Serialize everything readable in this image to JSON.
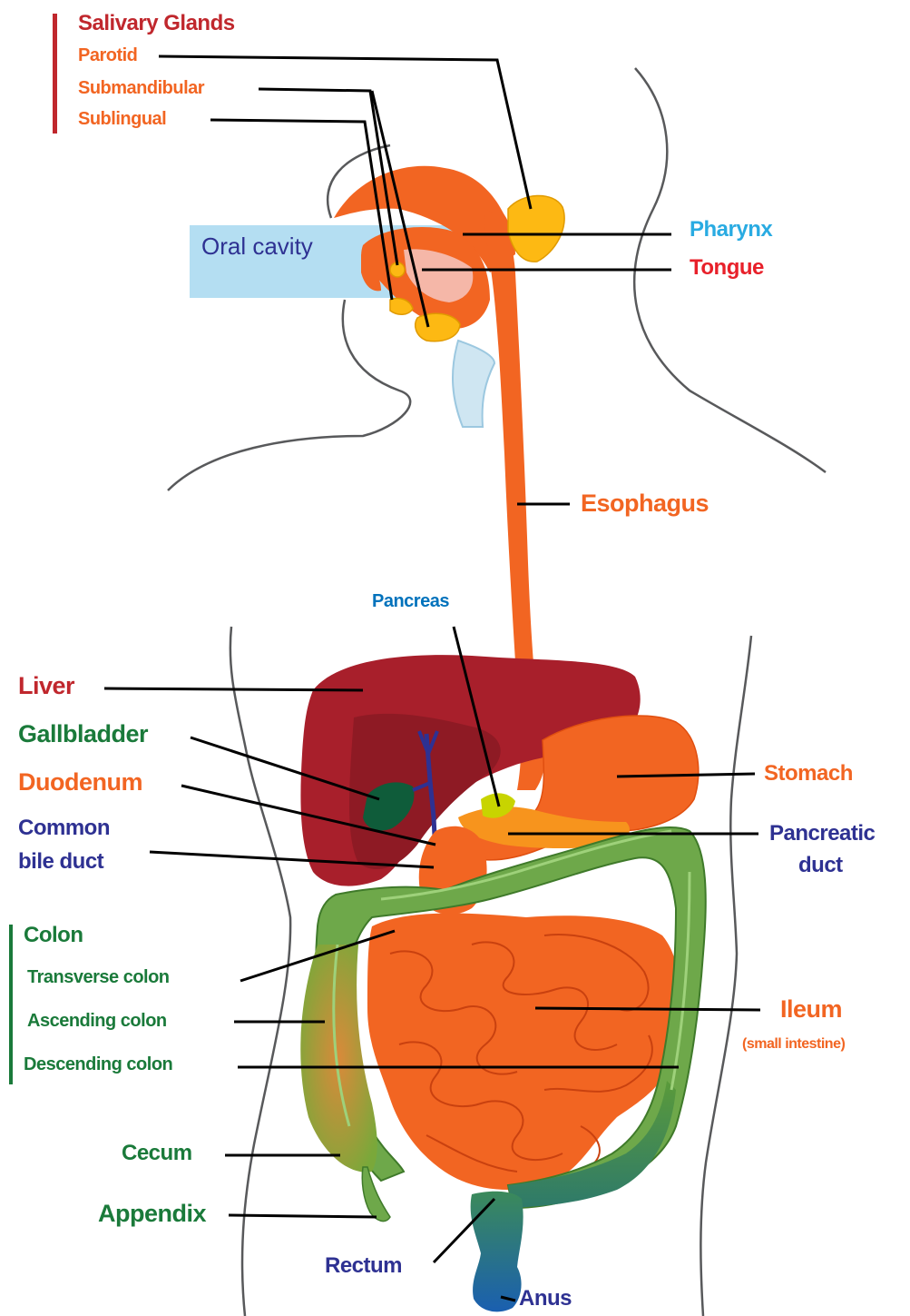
{
  "colors": {
    "red": "#c0272d",
    "bright_red": "#e8202a",
    "orange": "#f26522",
    "green": "#1a7a3a",
    "navy": "#2e3192",
    "blue": "#0072bc",
    "cyan": "#29abe2",
    "gray": "#58595b"
  },
  "labels": {
    "salivary_glands": "Salivary Glands",
    "parotid": "Parotid",
    "submandibular": "Submandibular",
    "sublingual": "Sublingual",
    "oral_cavity": "Oral cavity",
    "pharynx": "Pharynx",
    "tongue": "Tongue",
    "esophagus": "Esophagus",
    "pancreas": "Pancreas",
    "liver": "Liver",
    "gallbladder": "Gallbladder",
    "duodenum": "Duodenum",
    "common_bile_duct_1": "Common",
    "common_bile_duct_2": "bile duct",
    "stomach": "Stomach",
    "pancreatic_duct_1": "Pancreatic",
    "pancreatic_duct_2": "duct",
    "colon": "Colon",
    "transverse_colon": "Transverse colon",
    "ascending_colon": "Ascending colon",
    "descending_colon": "Descending colon",
    "ileum": "Ileum",
    "ileum_sub": "(small intestine)",
    "cecum": "Cecum",
    "appendix": "Appendix",
    "rectum": "Rectum",
    "anus": "Anus"
  }
}
